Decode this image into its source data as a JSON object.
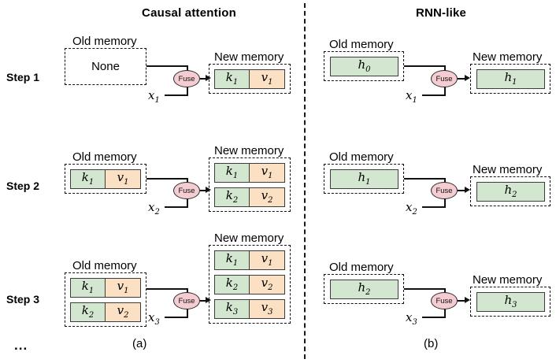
{
  "figure": {
    "panels": [
      {
        "id": "a",
        "title": "Causal attention",
        "caption": "(a)"
      },
      {
        "id": "b",
        "title": "RNN-like",
        "caption": "(b)"
      }
    ],
    "ellipsis": "...",
    "labels": {
      "old_memory": "Old memory",
      "new_memory": "New memory",
      "fuse": "Fuse",
      "none": "None"
    },
    "steps": [
      {
        "label": "Step 1"
      },
      {
        "label": "Step 2"
      },
      {
        "label": "Step 3"
      }
    ],
    "colors": {
      "key_fill": "#d3e7d0",
      "value_fill": "#fbe0c3",
      "fuse_fill": "#f4ccd1",
      "cell_stroke": "#3c3c3c",
      "box_stroke": "#111111"
    },
    "causal_attention": {
      "step1": {
        "input": "x",
        "input_sub": "1",
        "old_memory_rows": [],
        "old_memory_empty_text": "None",
        "new_memory_rows": [
          {
            "key": "k",
            "key_sub": "1",
            "value": "v",
            "value_sub": "1"
          }
        ]
      },
      "step2": {
        "input": "x",
        "input_sub": "2",
        "old_memory_rows": [
          {
            "key": "k",
            "key_sub": "1",
            "value": "v",
            "value_sub": "1"
          }
        ],
        "new_memory_rows": [
          {
            "key": "k",
            "key_sub": "1",
            "value": "v",
            "value_sub": "1"
          },
          {
            "key": "k",
            "key_sub": "2",
            "value": "v",
            "value_sub": "2"
          }
        ]
      },
      "step3": {
        "input": "x",
        "input_sub": "3",
        "old_memory_rows": [
          {
            "key": "k",
            "key_sub": "1",
            "value": "v",
            "value_sub": "1"
          },
          {
            "key": "k",
            "key_sub": "2",
            "value": "v",
            "value_sub": "2"
          }
        ],
        "new_memory_rows": [
          {
            "key": "k",
            "key_sub": "1",
            "value": "v",
            "value_sub": "1"
          },
          {
            "key": "k",
            "key_sub": "2",
            "value": "v",
            "value_sub": "2"
          },
          {
            "key": "k",
            "key_sub": "3",
            "value": "v",
            "value_sub": "3"
          }
        ]
      }
    },
    "rnn_like": {
      "step1": {
        "input": "x",
        "input_sub": "1",
        "old_state": "h",
        "old_state_sub": "0",
        "new_state": "h",
        "new_state_sub": "1"
      },
      "step2": {
        "input": "x",
        "input_sub": "2",
        "old_state": "h",
        "old_state_sub": "1",
        "new_state": "h",
        "new_state_sub": "2"
      },
      "step3": {
        "input": "x",
        "input_sub": "3",
        "old_state": "h",
        "old_state_sub": "2",
        "new_state": "h",
        "new_state_sub": "3"
      }
    }
  }
}
